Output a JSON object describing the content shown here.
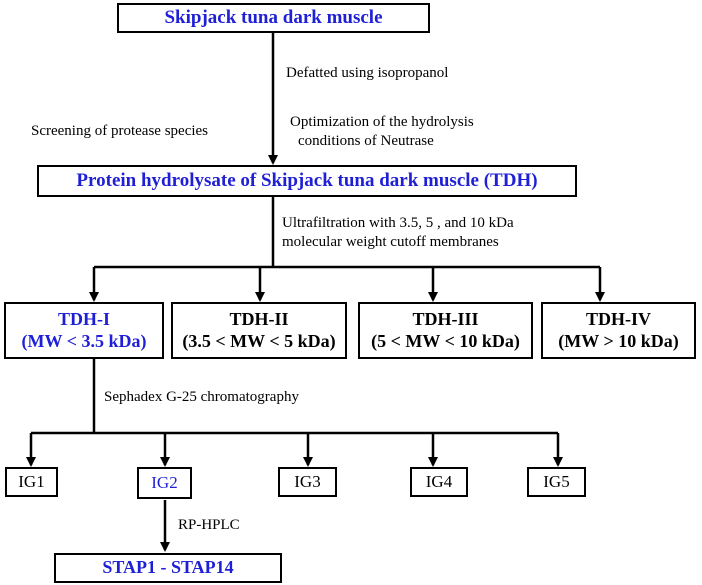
{
  "colors": {
    "highlight_text": "#1f1fd6",
    "line": "#000000"
  },
  "nodes": {
    "source": "Skipjack tuna dark muscle",
    "hydrolysate": "Protein hydrolysate of Skipjack tuna dark muscle (TDH)",
    "tdh1": {
      "name": "TDH-I",
      "range": "(MW < 3.5 kDa)"
    },
    "tdh2": {
      "name": "TDH-II",
      "range": "(3.5 < MW < 5 kDa)"
    },
    "tdh3": {
      "name": "TDH-III",
      "range": "(5 < MW < 10 kDa)"
    },
    "tdh4": {
      "name": "TDH-IV",
      "range": "(MW > 10 kDa)"
    },
    "ig": [
      "IG1",
      "IG2",
      "IG3",
      "IG4",
      "IG5"
    ],
    "final": "STAP1 - STAP14"
  },
  "steps": {
    "defat": "Defatted using isopropanol",
    "screening": "Screening of protease species",
    "optimization_1": "Optimization of the hydrolysis",
    "optimization_2": "conditions of Neutrase",
    "ultrafiltration_1": "Ultrafiltration with 3.5, 5 , and 10 kDa",
    "ultrafiltration_2": "molecular weight cutoff  membranes",
    "sephadex": "Sephadex G-25 chromatography",
    "hplc": "RP-HPLC"
  }
}
